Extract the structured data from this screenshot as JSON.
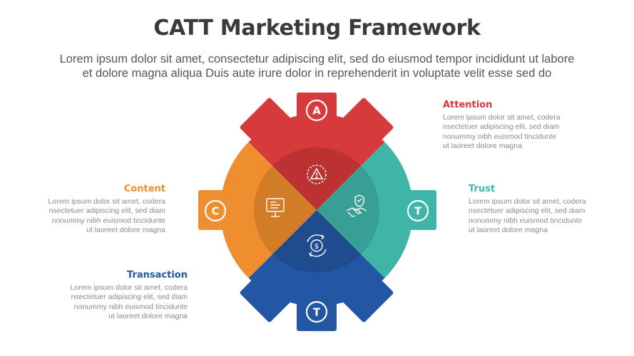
{
  "title": "CATT Marketing Framework",
  "subtitle_line1": "Lorem ipsum dolor sit amet, consectetur adipiscing elit, sed do eiusmod tempor incididunt ut labore",
  "subtitle_line2": "et dolore magna aliqua Duis aute irure dolor in reprehenderit in voluptate velit esse sed do",
  "colors": {
    "attention": "#d63a3a",
    "trust": "#3fb5a8",
    "transaction": "#2357a3",
    "content": "#ef8e2e"
  },
  "segments": [
    {
      "key": "attention",
      "badge": "A",
      "icon": "warning-icon",
      "heading": "Attention",
      "lines": [
        "Lorem ipsum dolor sit amet, codera",
        "nsectetuer adipiscing elit, sed diam",
        "nonummy nibh euismod tincidunte",
        "ut laoreet dolore magna"
      ]
    },
    {
      "key": "trust",
      "badge": "T",
      "icon": "handshake-icon",
      "heading": "Trust",
      "lines": [
        "Lorem ipsum dolor sit amet, codera",
        "nsectetuer adipiscing elit, sed diam",
        "nonummy nibh euismod tincidunte",
        "ut laoreet dolore magna"
      ]
    },
    {
      "key": "transaction",
      "badge": "T",
      "icon": "money-exchange-icon",
      "heading": "Transaction",
      "lines": [
        "Lorem ipsum dolor sit amet, codera",
        "nsectetuer adipiscing elit, sed diam",
        "nonummy nibh euismod tincidunte",
        "ut laoreet dolore magna"
      ]
    },
    {
      "key": "content",
      "badge": "C",
      "icon": "monitor-icon",
      "heading": "Content",
      "lines": [
        "Lorem ipsum dolor sit amet, codera",
        "nsectetuer adipiscing elit, sed diam",
        "nonummy nibh euismod tincidunte",
        "ut laoreet dolore magna"
      ]
    }
  ]
}
